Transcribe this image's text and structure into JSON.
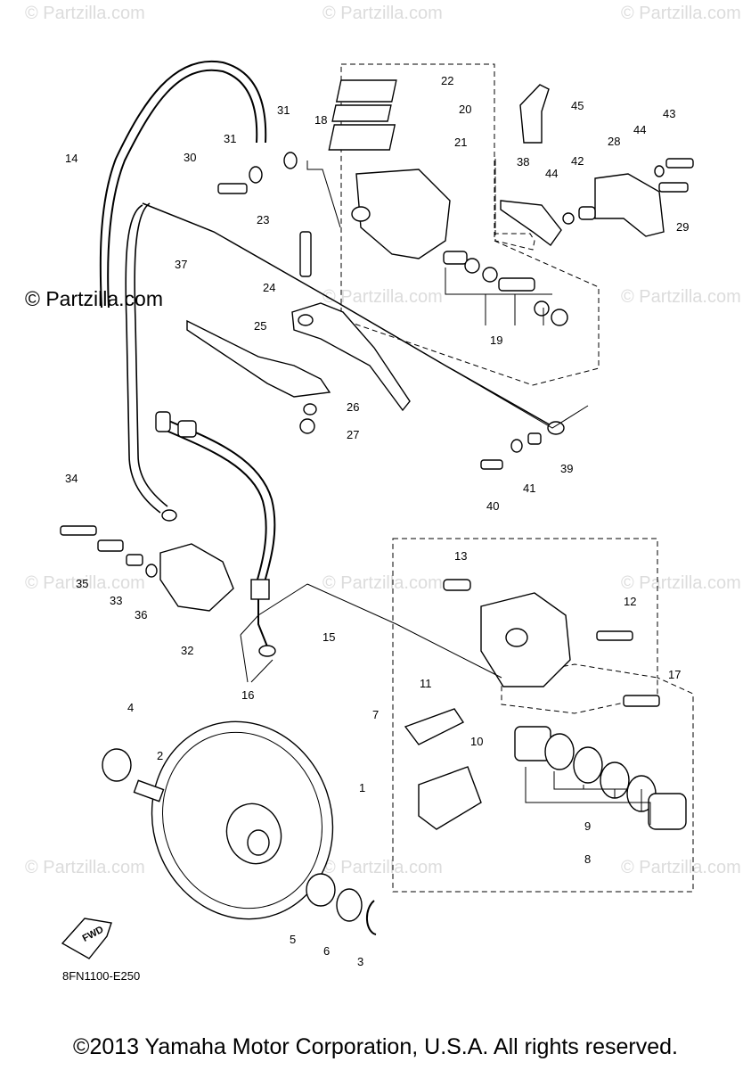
{
  "watermarks": {
    "text": "© Partzilla.com"
  },
  "brand_label": "© Partzilla.com",
  "copyright": "©2013 Yamaha Motor Corporation, U.S.A. All rights reserved.",
  "diagram_code": "8FN1100-E250",
  "fwd_label": "FWD",
  "part_labels": {
    "p1": "1",
    "p2": "2",
    "p3": "3",
    "p4": "4",
    "p5": "5",
    "p6": "6",
    "p7": "7",
    "p8": "8",
    "p9": "9",
    "p10": "10",
    "p11": "11",
    "p12": "12",
    "p13": "13",
    "p14": "14",
    "p15": "15",
    "p16": "16",
    "p17": "17",
    "p18": "18",
    "p19": "19",
    "p20": "20",
    "p21": "21",
    "p22": "22",
    "p23": "23",
    "p24": "24",
    "p25": "25",
    "p26": "26",
    "p27": "27",
    "p28": "28",
    "p29": "29",
    "p30": "30",
    "p31a": "31",
    "p31b": "31",
    "p32": "32",
    "p33": "33",
    "p34": "34",
    "p35": "35",
    "p36": "36",
    "p37": "37",
    "p38": "38",
    "p39": "39",
    "p40": "40",
    "p41": "41",
    "p42": "42",
    "p43": "43",
    "p44a": "44",
    "p44b": "44",
    "p45": "45"
  }
}
